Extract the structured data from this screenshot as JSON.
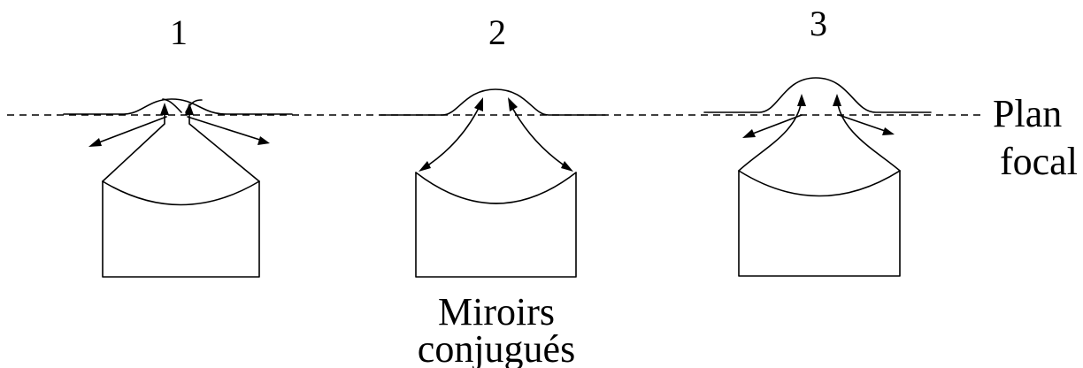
{
  "labels": {
    "mirror1": "1",
    "mirror2": "2",
    "mirror3": "3",
    "focal_plane_line1": "Plan",
    "focal_plane_line2": "focal",
    "caption_line1": "Miroirs",
    "caption_line2": "conjugués"
  },
  "colors": {
    "ink": "#000000",
    "background": "#ffffff"
  }
}
